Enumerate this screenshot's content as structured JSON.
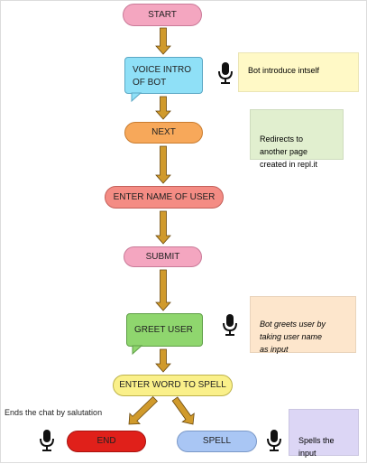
{
  "nodes": {
    "start": "START",
    "voice_intro": "VOICE INTRO\nOF BOT",
    "next": "NEXT",
    "enter_name": "ENTER NAME OF USER",
    "submit": "SUBMIT",
    "greet_user": "GREET USER",
    "enter_word": "ENTER WORD TO SPELL",
    "end": "END",
    "spell": "SPELL"
  },
  "notes": {
    "bot_intro": "Bot introduce intself",
    "redirect": "Redirects to\nanother page\ncreated in repl.it",
    "greets": "Bot greets user by\ntaking user name\nas input",
    "spells": "Spells the\ninput"
  },
  "labels": {
    "ends_chat": "Ends the chat by salutation"
  },
  "icons": {
    "mic": "microphone-icon",
    "arrow": "down-arrow-icon"
  },
  "colors": {
    "start": "#f4a6c0",
    "voice_intro": "#8fe0f7",
    "next": "#f7a85a",
    "enter_name": "#f48c84",
    "submit": "#f4a6c0",
    "greet_user": "#8fd66e",
    "enter_word": "#faf08a",
    "end": "#e0201a",
    "spell": "#a9c6f4",
    "arrow": "#d09a2c",
    "note_yellow": "#fff9c6",
    "note_green": "#e1efcf",
    "note_orange": "#fde6cc",
    "note_purple": "#dcd6f5"
  }
}
